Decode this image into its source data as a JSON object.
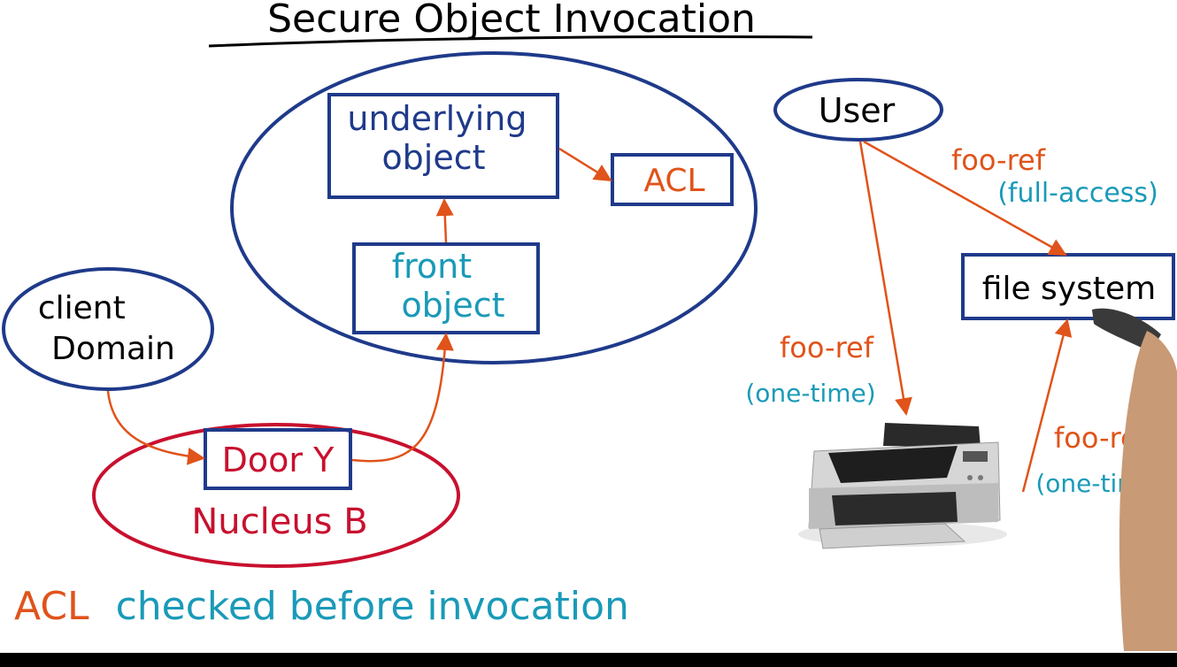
{
  "title": "Secure Object Invocation",
  "left": {
    "underlying_object": [
      "underlying",
      "object"
    ],
    "acl": "ACL",
    "front_object": [
      "front",
      "object"
    ],
    "client_domain": [
      "client",
      "Domain"
    ],
    "door": "Door Y",
    "nucleus": "Nucleus B"
  },
  "right": {
    "user": "User",
    "file_system": "file system",
    "ref_full": "foo-ref",
    "ref_full_note": "(full-access)",
    "ref_printer": "foo-ref",
    "ref_printer_note": "(one-time)",
    "ref_back": "foo-ref",
    "ref_back_note": "(one-time)",
    "printer_icon": "printer-icon"
  },
  "footer": {
    "acl_word": "ACL",
    "rest": "checked before invocation"
  },
  "colors": {
    "ink": "#000000",
    "navy": "#1f3a8a",
    "orange": "#e0531a",
    "teal": "#1a9ab8",
    "red": "#c8102e"
  }
}
